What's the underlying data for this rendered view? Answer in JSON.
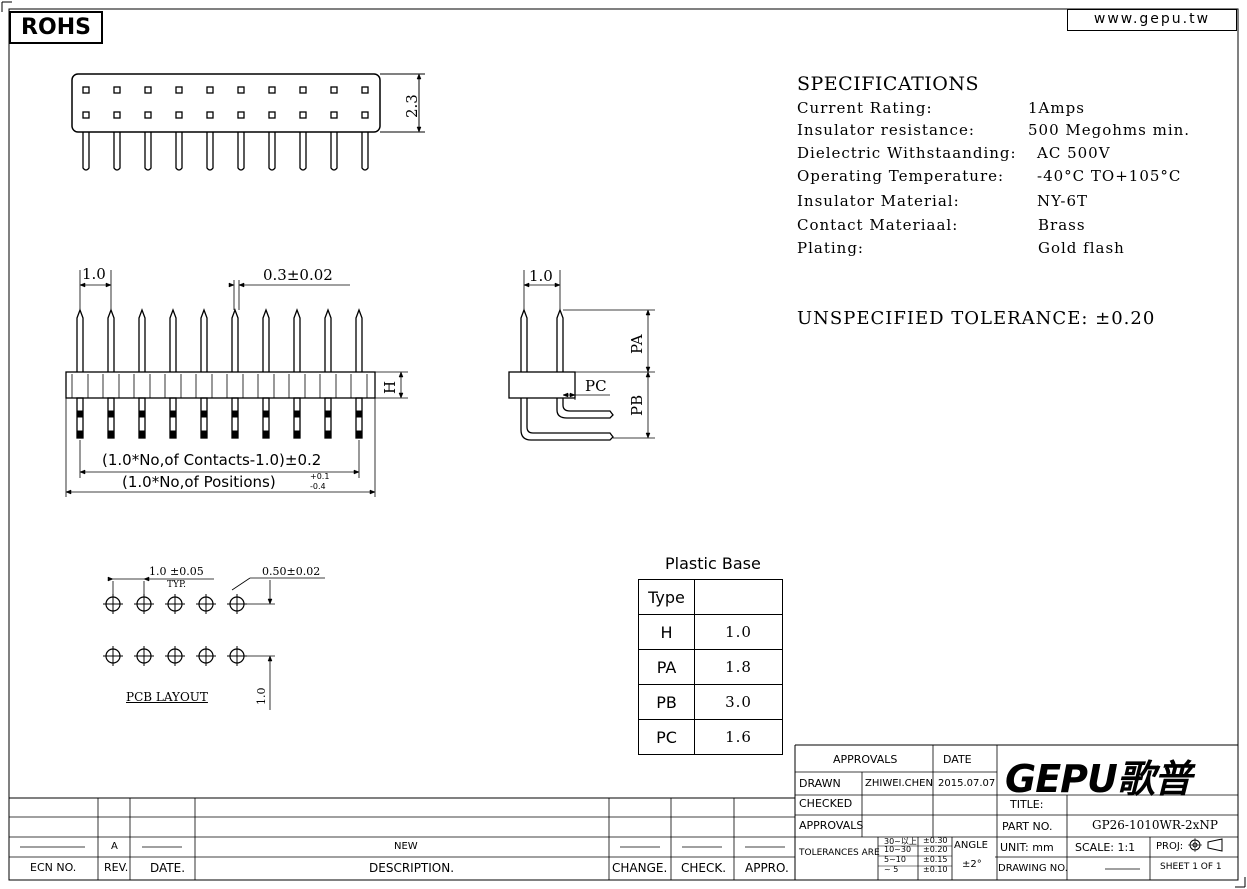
{
  "header": {
    "rohs_label": "ROHS",
    "website": "www.gepu.tw"
  },
  "specifications": {
    "title": "SPECIFICATIONS",
    "rows": [
      {
        "label": "Current Rating:",
        "value": "1Amps"
      },
      {
        "label": "Insulator resistance:",
        "value": "500 Megohms min."
      },
      {
        "label": "Dielectric Withstaanding:",
        "value": "AC 500V"
      },
      {
        "label": "Operating Temperature:",
        "value": "-40°C TO+105°C"
      },
      {
        "label": "Insulator Material:",
        "value": "NY-6T"
      },
      {
        "label": "Contact Materiaal:",
        "value": "Brass"
      },
      {
        "label": "Plating:",
        "value": "Gold flash"
      }
    ],
    "tolerance": "UNSPECIFIED TOLERANCE: ±0.20"
  },
  "dimensions": {
    "top_view_height": "2.3",
    "pitch": "1.0",
    "pin_width": "0.3±0.02",
    "h_label": "H",
    "contacts_formula": "(1.0*No,of Contacts-1.0)±0.2",
    "positions_formula": "(1.0*No,of Positions)",
    "positions_tol_plus": "+0.1",
    "positions_tol_minus": "-0.4",
    "side_pitch": "1.0",
    "pa_label": "PA",
    "pb_label": "PB",
    "pc_label": "PC"
  },
  "pcb_layout": {
    "pitch": "1.0 ±0.05",
    "pitch_note": "TYP.",
    "hole": "0.50±0.02",
    "row_spacing": "1.0",
    "label": "PCB LAYOUT"
  },
  "plastic_base": {
    "title": "Plastic Base",
    "header": "Type",
    "rows": [
      {
        "key": "H",
        "value": "1.0"
      },
      {
        "key": "PA",
        "value": "1.8"
      },
      {
        "key": "PB",
        "value": "3.0"
      },
      {
        "key": "PC",
        "value": "1.6"
      }
    ]
  },
  "title_block": {
    "approvals_header": "APPROVALS",
    "date_header": "DATE",
    "drawn_label": "DRAWN",
    "drawn_name": "ZHIWEI.CHEN",
    "drawn_date": "2015.07.07",
    "checked_label": "CHECKED",
    "approvals_label": "APPROVALS",
    "logo": "GEPU歌普",
    "title_label": "TITLE:",
    "part_no_label": "PART NO.",
    "part_no": "GP26-1010WR-2xNP",
    "tolerances_label": "TOLERANCES ARE",
    "tol_ranges": [
      "30~以上",
      "10~30",
      "5~10",
      "~ 5"
    ],
    "tol_values": [
      "±0.30",
      "±0.20",
      "±0.15",
      "±0.10"
    ],
    "angle_label": "ANGLE",
    "angle_value": "±2°",
    "unit": "UNIT:  mm",
    "scale": "SCALE:   1:1",
    "proj": "PROJ:",
    "drawing_no_label": "DRAWING NO.",
    "sheet": "SHEET   1  OF  1"
  },
  "revision_block": {
    "ecn_header": "ECN NO.",
    "rev_header": "REV.",
    "date_header": "DATE.",
    "desc_header": "DESCRIPTION.",
    "change_header": "CHANGE.",
    "check_header": "CHECK.",
    "appro_header": "APPRO.",
    "row_rev": "A",
    "row_desc": "NEW"
  }
}
